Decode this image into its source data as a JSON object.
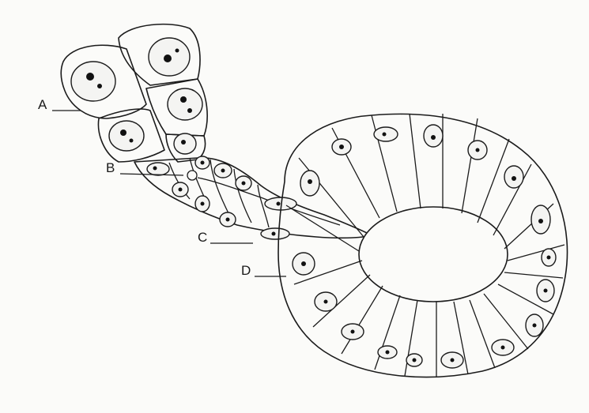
{
  "figure": {
    "description_labels": [
      {
        "id": "A",
        "text": "A"
      },
      {
        "id": "B",
        "text": "B"
      },
      {
        "id": "C",
        "text": "C"
      },
      {
        "id": "D",
        "text": "D"
      }
    ]
  },
  "colors": {
    "ink": "#1b1b1b",
    "paper": "#fbfbf9",
    "stipple_dense": "#2a2a2a",
    "stipple_light": "#6a6a6a"
  }
}
